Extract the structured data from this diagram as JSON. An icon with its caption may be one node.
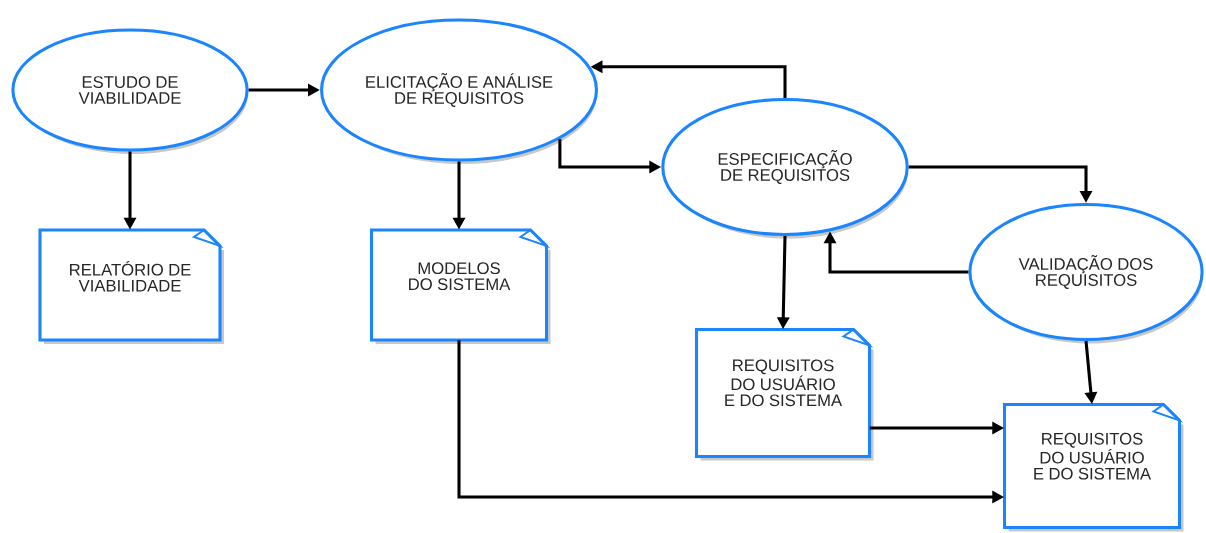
{
  "diagram": {
    "nodes": [
      {
        "text": [
          "ESTUDO DE VIABILIDADE"
        ]
      },
      {
        "text": [
          "ELICITAÇÃO E ANÁLISE DE REQUISITOS"
        ]
      },
      {
        "text": [
          "ESPECIFICAÇÃO DE REQUISITOS"
        ]
      },
      {
        "text": [
          "VALIDAÇÃO DOS REQUISITOS"
        ]
      },
      {
        "text": [
          "RELATÓRIO DE VIABILIDADE"
        ]
      },
      {
        "text": [
          "MODELOS DO SISTEMA"
        ]
      },
      {
        "text": [
          "REQUISITOS DO USUÁRIO E DO SISTEMA"
        ]
      },
      {
        "text": [
          "REQUISITOS DO USUÁRIO E DO SISTEMA"
        ]
      }
    ],
    "edges": [
      {
        "from": 0,
        "to": 1,
        "arrow": "to"
      },
      {
        "from": 0,
        "to": 4,
        "arrow": "to"
      },
      {
        "from": 1,
        "to": 5,
        "arrow": "to"
      },
      {
        "from": 1,
        "to": 2,
        "arrow": "to"
      },
      {
        "from": 2,
        "to": 1,
        "arrow": "to"
      },
      {
        "from": 2,
        "to": 3,
        "arrow": "to"
      },
      {
        "from": 3,
        "to": 2,
        "arrow": "to"
      },
      {
        "from": 2,
        "to": 6,
        "arrow": "to"
      },
      {
        "from": 3,
        "to": 7,
        "arrow": "to"
      },
      {
        "from": 6,
        "to": 7,
        "arrow": "to"
      },
      {
        "from": 5,
        "to": 7,
        "arrow": "to"
      }
    ]
  }
}
